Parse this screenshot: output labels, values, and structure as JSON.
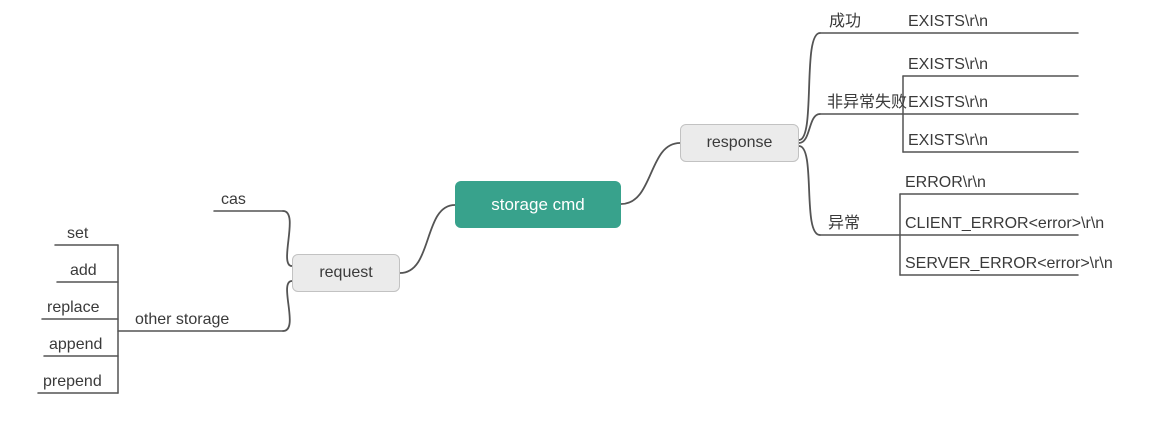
{
  "colors": {
    "root_bg": "#38a28c",
    "root_text": "#ffffff",
    "node_bg": "#ebebeb",
    "node_border": "#c2c2c2",
    "line": "#545454",
    "text": "#3a3a3a"
  },
  "root": {
    "label": "storage cmd"
  },
  "request": {
    "label": "request",
    "children": [
      {
        "label": "cas"
      },
      {
        "label": "other storage",
        "children": [
          {
            "label": "set"
          },
          {
            "label": "add"
          },
          {
            "label": "replace"
          },
          {
            "label": "append"
          },
          {
            "label": "prepend"
          }
        ]
      }
    ]
  },
  "response": {
    "label": "response",
    "branches": [
      {
        "label": "成功",
        "children": [
          {
            "label": "EXISTS\\r\\n"
          }
        ]
      },
      {
        "label": "非异常失败",
        "children": [
          {
            "label": "EXISTS\\r\\n"
          },
          {
            "label": "EXISTS\\r\\n"
          },
          {
            "label": "EXISTS\\r\\n"
          }
        ]
      },
      {
        "label": "异常",
        "children": [
          {
            "label": "ERROR\\r\\n"
          },
          {
            "label": "CLIENT_ERROR<error>\\r\\n"
          },
          {
            "label": "SERVER_ERROR<error>\\r\\n"
          }
        ]
      }
    ]
  }
}
